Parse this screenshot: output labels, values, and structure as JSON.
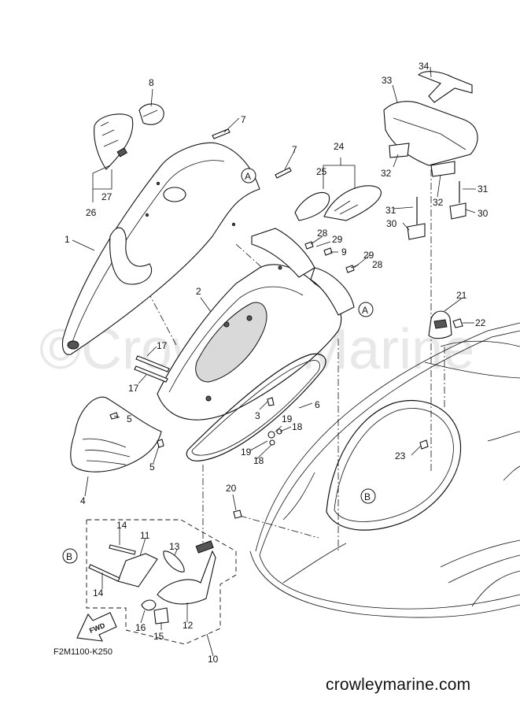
{
  "diagram": {
    "code": "F2M1100-K250",
    "site": "crowleymarine.com",
    "background_watermark": "©Crowley Marine",
    "fwd_label": "FWD",
    "callouts": {
      "c1": "1",
      "c2": "2",
      "c3": "3",
      "c4": "4",
      "c5a": "5",
      "c5b": "5",
      "c6": "6",
      "c7a": "7",
      "c7b": "7",
      "c8": "8",
      "c9": "9",
      "c10": "10",
      "c11": "11",
      "c12": "12",
      "c13": "13",
      "c14a": "14",
      "c14b": "14",
      "c15": "15",
      "c16": "16",
      "c17a": "17",
      "c17b": "17",
      "c18a": "18",
      "c18b": "18",
      "c19a": "19",
      "c19b": "19",
      "c20": "20",
      "c21": "21",
      "c22": "22",
      "c23": "23",
      "c24": "24",
      "c25": "25",
      "c26": "26",
      "c27": "27",
      "c28a": "28",
      "c28b": "28",
      "c29a": "29",
      "c29b": "29",
      "c30a": "30",
      "c30b": "30",
      "c31a": "31",
      "c31b": "31",
      "c32a": "32",
      "c32b": "32",
      "c33": "33",
      "c34": "34"
    },
    "refs": {
      "A1": "A",
      "A2": "A",
      "B1": "B",
      "B2": "B"
    }
  }
}
